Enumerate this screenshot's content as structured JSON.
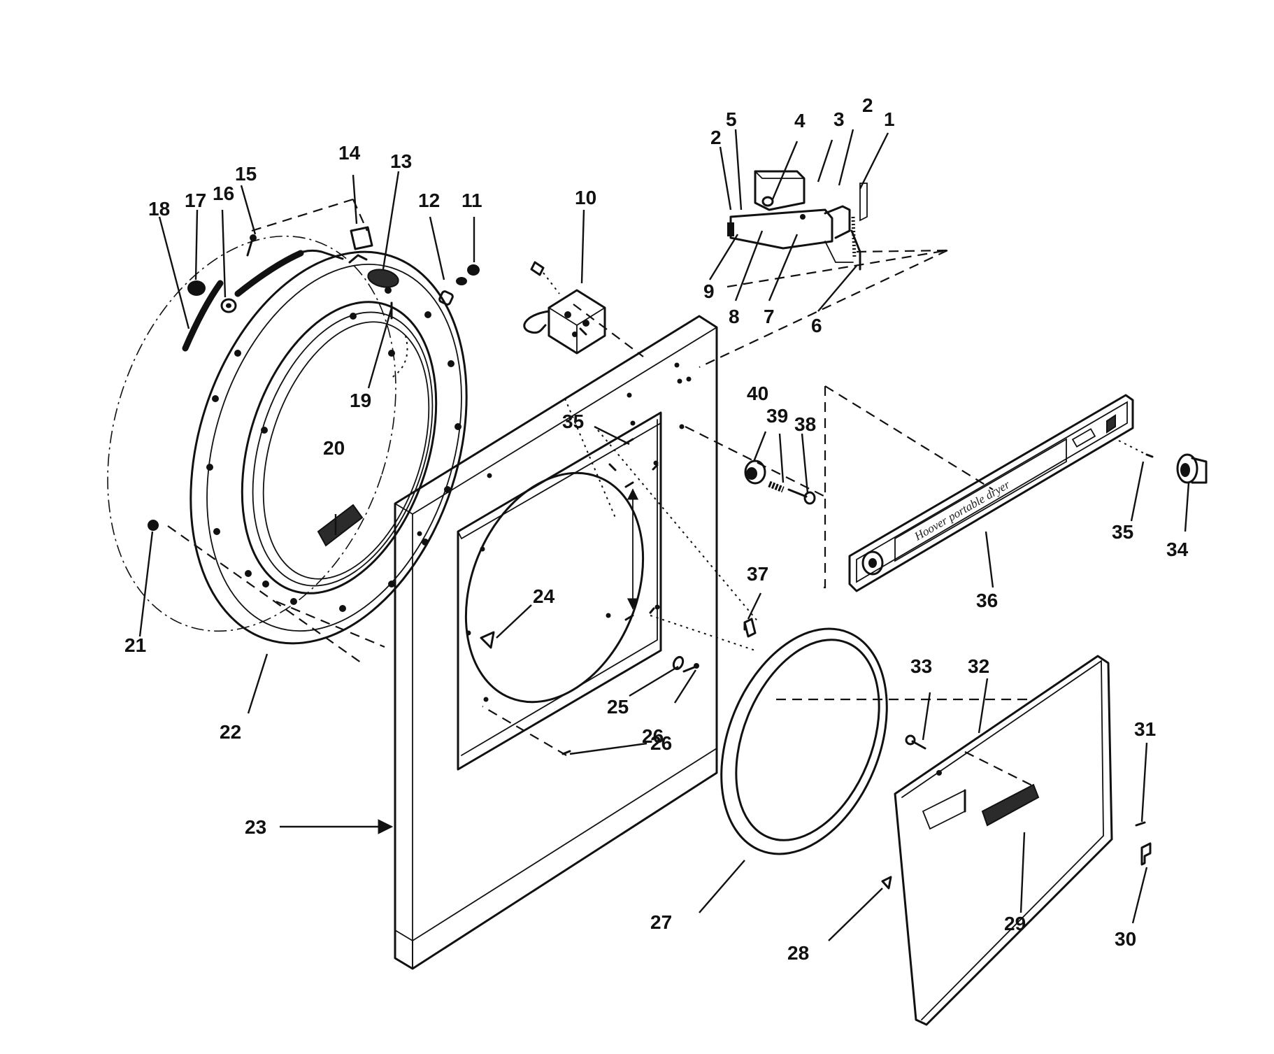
{
  "diagram": {
    "panel_script_text": "Hoover portable dryer",
    "callouts": [
      "1",
      "2",
      "2",
      "3",
      "4",
      "5",
      "6",
      "7",
      "8",
      "9",
      "10",
      "11",
      "12",
      "13",
      "14",
      "15",
      "16",
      "17",
      "18",
      "19",
      "20",
      "21",
      "22",
      "23",
      "24",
      "25",
      "26",
      "26",
      "27",
      "28",
      "29",
      "30",
      "31",
      "32",
      "33",
      "34",
      "35",
      "35",
      "36",
      "37",
      "38",
      "39",
      "40"
    ]
  }
}
